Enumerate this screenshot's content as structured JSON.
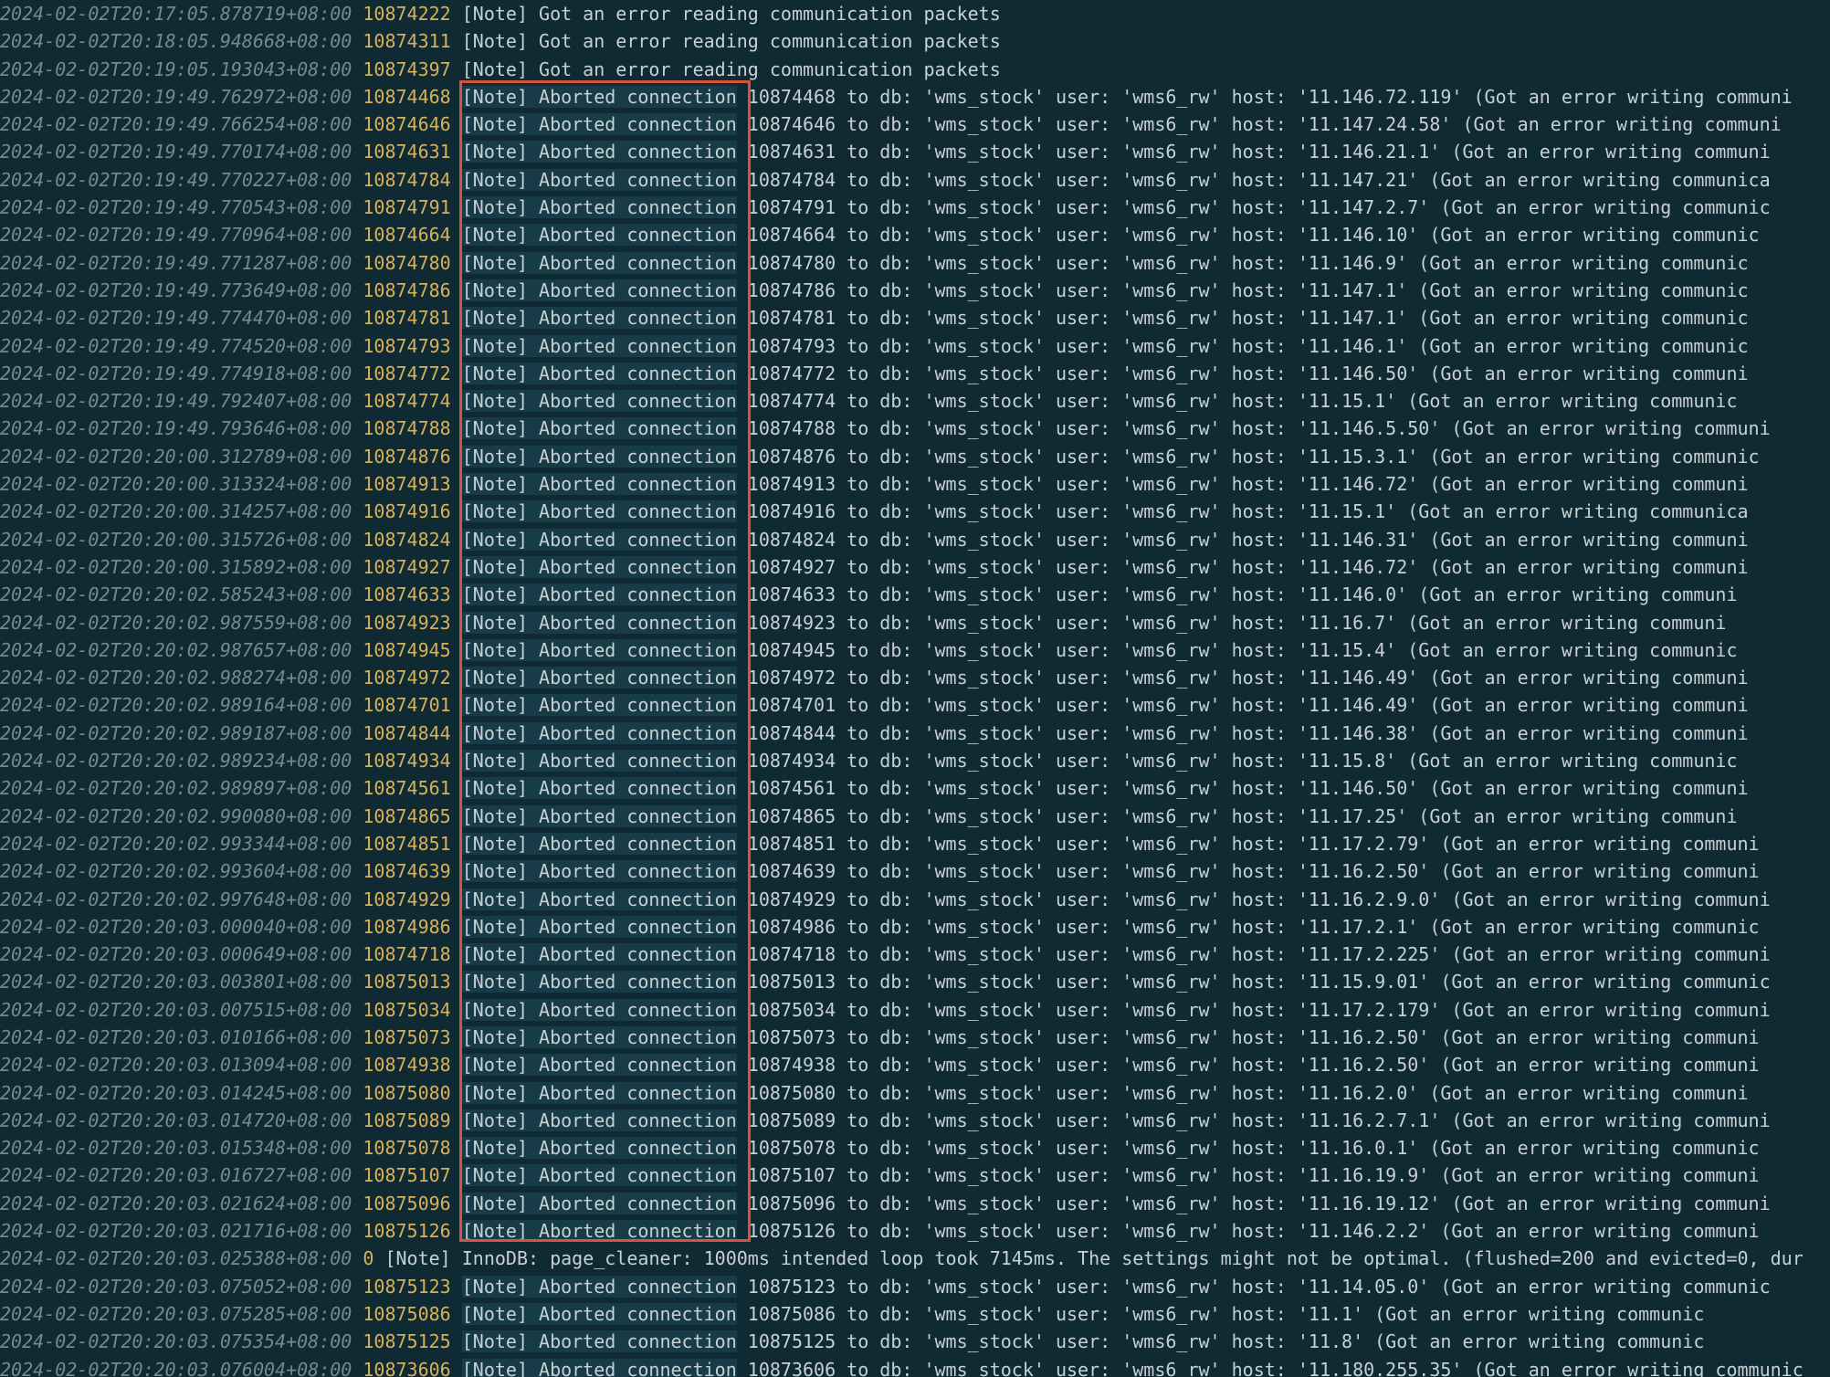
{
  "colors": {
    "background": "#0f2a33",
    "timestamp": "#6f8a92",
    "thread_id": "#d7b15a",
    "text": "#c7d0d2",
    "highlight_border": "#d5533f"
  },
  "lines": [
    {
      "ts": "2024-02-02T20:17:05.878719+08:00",
      "id": "10874222",
      "msg": "[Note] Got an error reading communication packets",
      "conn": false
    },
    {
      "ts": "2024-02-02T20:18:05.948668+08:00",
      "id": "10874311",
      "msg": "[Note] Got an error reading communication packets",
      "conn": false
    },
    {
      "ts": "2024-02-02T20:19:05.193043+08:00",
      "id": "10874397",
      "msg": "[Note] Got an error reading communication packets",
      "conn": false
    },
    {
      "ts": "2024-02-02T20:19:49.762972+08:00",
      "id": "10874468",
      "msg": "[Note] Aborted connection",
      "tail": "10874468 to db: 'wms_stock' user: 'wms6_rw' host: '11.146.72.119' (Got an error writing communi",
      "conn": true
    },
    {
      "ts": "2024-02-02T20:19:49.766254+08:00",
      "id": "10874646",
      "msg": "[Note] Aborted connection",
      "tail": "10874646 to db: 'wms_stock' user: 'wms6_rw' host: '11.147.24.58' (Got an error writing communi",
      "conn": true
    },
    {
      "ts": "2024-02-02T20:19:49.770174+08:00",
      "id": "10874631",
      "msg": "[Note] Aborted connection",
      "tail": "10874631 to db: 'wms_stock' user: 'wms6_rw' host: '11.146.21.1' (Got an error writing communi",
      "conn": true
    },
    {
      "ts": "2024-02-02T20:19:49.770227+08:00",
      "id": "10874784",
      "msg": "[Note] Aborted connection",
      "tail": "10874784 to db: 'wms_stock' user: 'wms6_rw' host: '11.147.21' (Got an error writing communica",
      "conn": true
    },
    {
      "ts": "2024-02-02T20:19:49.770543+08:00",
      "id": "10874791",
      "msg": "[Note] Aborted connection",
      "tail": "10874791 to db: 'wms_stock' user: 'wms6_rw' host: '11.147.2.7' (Got an error writing communic",
      "conn": true
    },
    {
      "ts": "2024-02-02T20:19:49.770964+08:00",
      "id": "10874664",
      "msg": "[Note] Aborted connection",
      "tail": "10874664 to db: 'wms_stock' user: 'wms6_rw' host: '11.146.10' (Got an error writing communic",
      "conn": true
    },
    {
      "ts": "2024-02-02T20:19:49.771287+08:00",
      "id": "10874780",
      "msg": "[Note] Aborted connection",
      "tail": "10874780 to db: 'wms_stock' user: 'wms6_rw' host: '11.146.9' (Got an error writing communic",
      "conn": true
    },
    {
      "ts": "2024-02-02T20:19:49.773649+08:00",
      "id": "10874786",
      "msg": "[Note] Aborted connection",
      "tail": "10874786 to db: 'wms_stock' user: 'wms6_rw' host: '11.147.1' (Got an error writing communic",
      "conn": true
    },
    {
      "ts": "2024-02-02T20:19:49.774470+08:00",
      "id": "10874781",
      "msg": "[Note] Aborted connection",
      "tail": "10874781 to db: 'wms_stock' user: 'wms6_rw' host: '11.147.1' (Got an error writing communic",
      "conn": true
    },
    {
      "ts": "2024-02-02T20:19:49.774520+08:00",
      "id": "10874793",
      "msg": "[Note] Aborted connection",
      "tail": "10874793 to db: 'wms_stock' user: 'wms6_rw' host: '11.146.1' (Got an error writing communic",
      "conn": true
    },
    {
      "ts": "2024-02-02T20:19:49.774918+08:00",
      "id": "10874772",
      "msg": "[Note] Aborted connection",
      "tail": "10874772 to db: 'wms_stock' user: 'wms6_rw' host: '11.146.50' (Got an error writing communi",
      "conn": true
    },
    {
      "ts": "2024-02-02T20:19:49.792407+08:00",
      "id": "10874774",
      "msg": "[Note] Aborted connection",
      "tail": "10874774 to db: 'wms_stock' user: 'wms6_rw' host: '11.15.1' (Got an error writing communic",
      "conn": true
    },
    {
      "ts": "2024-02-02T20:19:49.793646+08:00",
      "id": "10874788",
      "msg": "[Note] Aborted connection",
      "tail": "10874788 to db: 'wms_stock' user: 'wms6_rw' host: '11.146.5.50' (Got an error writing communi",
      "conn": true
    },
    {
      "ts": "2024-02-02T20:20:00.312789+08:00",
      "id": "10874876",
      "msg": "[Note] Aborted connection",
      "tail": "10874876 to db: 'wms_stock' user: 'wms6_rw' host: '11.15.3.1' (Got an error writing communic",
      "conn": true
    },
    {
      "ts": "2024-02-02T20:20:00.313324+08:00",
      "id": "10874913",
      "msg": "[Note] Aborted connection",
      "tail": "10874913 to db: 'wms_stock' user: 'wms6_rw' host: '11.146.72' (Got an error writing communi",
      "conn": true
    },
    {
      "ts": "2024-02-02T20:20:00.314257+08:00",
      "id": "10874916",
      "msg": "[Note] Aborted connection",
      "tail": "10874916 to db: 'wms_stock' user: 'wms6_rw' host: '11.15.1' (Got an error writing communica",
      "conn": true
    },
    {
      "ts": "2024-02-02T20:20:00.315726+08:00",
      "id": "10874824",
      "msg": "[Note] Aborted connection",
      "tail": "10874824 to db: 'wms_stock' user: 'wms6_rw' host: '11.146.31' (Got an error writing communi",
      "conn": true
    },
    {
      "ts": "2024-02-02T20:20:00.315892+08:00",
      "id": "10874927",
      "msg": "[Note] Aborted connection",
      "tail": "10874927 to db: 'wms_stock' user: 'wms6_rw' host: '11.146.72' (Got an error writing communi",
      "conn": true
    },
    {
      "ts": "2024-02-02T20:20:02.585243+08:00",
      "id": "10874633",
      "msg": "[Note] Aborted connection",
      "tail": "10874633 to db: 'wms_stock' user: 'wms6_rw' host: '11.146.0' (Got an error writing communi",
      "conn": true
    },
    {
      "ts": "2024-02-02T20:20:02.987559+08:00",
      "id": "10874923",
      "msg": "[Note] Aborted connection",
      "tail": "10874923 to db: 'wms_stock' user: 'wms6_rw' host: '11.16.7' (Got an error writing communi",
      "conn": true
    },
    {
      "ts": "2024-02-02T20:20:02.987657+08:00",
      "id": "10874945",
      "msg": "[Note] Aborted connection",
      "tail": "10874945 to db: 'wms_stock' user: 'wms6_rw' host: '11.15.4' (Got an error writing communic",
      "conn": true
    },
    {
      "ts": "2024-02-02T20:20:02.988274+08:00",
      "id": "10874972",
      "msg": "[Note] Aborted connection",
      "tail": "10874972 to db: 'wms_stock' user: 'wms6_rw' host: '11.146.49' (Got an error writing communi",
      "conn": true
    },
    {
      "ts": "2024-02-02T20:20:02.989164+08:00",
      "id": "10874701",
      "msg": "[Note] Aborted connection",
      "tail": "10874701 to db: 'wms_stock' user: 'wms6_rw' host: '11.146.49' (Got an error writing communi",
      "conn": true
    },
    {
      "ts": "2024-02-02T20:20:02.989187+08:00",
      "id": "10874844",
      "msg": "[Note] Aborted connection",
      "tail": "10874844 to db: 'wms_stock' user: 'wms6_rw' host: '11.146.38' (Got an error writing communi",
      "conn": true
    },
    {
      "ts": "2024-02-02T20:20:02.989234+08:00",
      "id": "10874934",
      "msg": "[Note] Aborted connection",
      "tail": "10874934 to db: 'wms_stock' user: 'wms6_rw' host: '11.15.8' (Got an error writing communic",
      "conn": true
    },
    {
      "ts": "2024-02-02T20:20:02.989897+08:00",
      "id": "10874561",
      "msg": "[Note] Aborted connection",
      "tail": "10874561 to db: 'wms_stock' user: 'wms6_rw' host: '11.146.50' (Got an error writing communi",
      "conn": true
    },
    {
      "ts": "2024-02-02T20:20:02.990080+08:00",
      "id": "10874865",
      "msg": "[Note] Aborted connection",
      "tail": "10874865 to db: 'wms_stock' user: 'wms6_rw' host: '11.17.25' (Got an error writing communi",
      "conn": true
    },
    {
      "ts": "2024-02-02T20:20:02.993344+08:00",
      "id": "10874851",
      "msg": "[Note] Aborted connection",
      "tail": "10874851 to db: 'wms_stock' user: 'wms6_rw' host: '11.17.2.79' (Got an error writing communi",
      "conn": true
    },
    {
      "ts": "2024-02-02T20:20:02.993604+08:00",
      "id": "10874639",
      "msg": "[Note] Aborted connection",
      "tail": "10874639 to db: 'wms_stock' user: 'wms6_rw' host: '11.16.2.50' (Got an error writing communi",
      "conn": true
    },
    {
      "ts": "2024-02-02T20:20:02.997648+08:00",
      "id": "10874929",
      "msg": "[Note] Aborted connection",
      "tail": "10874929 to db: 'wms_stock' user: 'wms6_rw' host: '11.16.2.9.0' (Got an error writing communi",
      "conn": true
    },
    {
      "ts": "2024-02-02T20:20:03.000040+08:00",
      "id": "10874986",
      "msg": "[Note] Aborted connection",
      "tail": "10874986 to db: 'wms_stock' user: 'wms6_rw' host: '11.17.2.1' (Got an error writing communic",
      "conn": true
    },
    {
      "ts": "2024-02-02T20:20:03.000649+08:00",
      "id": "10874718",
      "msg": "[Note] Aborted connection",
      "tail": "10874718 to db: 'wms_stock' user: 'wms6_rw' host: '11.17.2.225' (Got an error writing communi",
      "conn": true
    },
    {
      "ts": "2024-02-02T20:20:03.003801+08:00",
      "id": "10875013",
      "msg": "[Note] Aborted connection",
      "tail": "10875013 to db: 'wms_stock' user: 'wms6_rw' host: '11.15.9.01' (Got an error writing communic",
      "conn": true
    },
    {
      "ts": "2024-02-02T20:20:03.007515+08:00",
      "id": "10875034",
      "msg": "[Note] Aborted connection",
      "tail": "10875034 to db: 'wms_stock' user: 'wms6_rw' host: '11.17.2.179' (Got an error writing communi",
      "conn": true
    },
    {
      "ts": "2024-02-02T20:20:03.010166+08:00",
      "id": "10875073",
      "msg": "[Note] Aborted connection",
      "tail": "10875073 to db: 'wms_stock' user: 'wms6_rw' host: '11.16.2.50' (Got an error writing communi",
      "conn": true
    },
    {
      "ts": "2024-02-02T20:20:03.013094+08:00",
      "id": "10874938",
      "msg": "[Note] Aborted connection",
      "tail": "10874938 to db: 'wms_stock' user: 'wms6_rw' host: '11.16.2.50' (Got an error writing communi",
      "conn": true
    },
    {
      "ts": "2024-02-02T20:20:03.014245+08:00",
      "id": "10875080",
      "msg": "[Note] Aborted connection",
      "tail": "10875080 to db: 'wms_stock' user: 'wms6_rw' host: '11.16.2.0' (Got an error writing communi",
      "conn": true
    },
    {
      "ts": "2024-02-02T20:20:03.014720+08:00",
      "id": "10875089",
      "msg": "[Note] Aborted connection",
      "tail": "10875089 to db: 'wms_stock' user: 'wms6_rw' host: '11.16.2.7.1' (Got an error writing communi",
      "conn": true
    },
    {
      "ts": "2024-02-02T20:20:03.015348+08:00",
      "id": "10875078",
      "msg": "[Note] Aborted connection",
      "tail": "10875078 to db: 'wms_stock' user: 'wms6_rw' host: '11.16.0.1' (Got an error writing communic",
      "conn": true
    },
    {
      "ts": "2024-02-02T20:20:03.016727+08:00",
      "id": "10875107",
      "msg": "[Note] Aborted connection",
      "tail": "10875107 to db: 'wms_stock' user: 'wms6_rw' host: '11.16.19.9' (Got an error writing communi",
      "conn": true
    },
    {
      "ts": "2024-02-02T20:20:03.021624+08:00",
      "id": "10875096",
      "msg": "[Note] Aborted connection",
      "tail": "10875096 to db: 'wms_stock' user: 'wms6_rw' host: '11.16.19.12' (Got an error writing communi",
      "conn": true
    },
    {
      "ts": "2024-02-02T20:20:03.021716+08:00",
      "id": "10875126",
      "msg": "[Note] Aborted connection",
      "tail": "10875126 to db: 'wms_stock' user: 'wms6_rw' host: '11.146.2.2' (Got an error writing communi",
      "conn": true
    },
    {
      "ts": "2024-02-02T20:20:03.025388+08:00",
      "id": "0",
      "msg": "[Note] InnoDB: page_cleaner: 1000ms intended loop took 7145ms. The settings might not be optimal. (flushed=200 and evicted=0, dur",
      "conn": false,
      "special": true
    },
    {
      "ts": "2024-02-02T20:20:03.075052+08:00",
      "id": "10875123",
      "msg": "[Note] Aborted connection",
      "tail": "10875123 to db: 'wms_stock' user: 'wms6_rw' host: '11.14.05.0' (Got an error writing communic",
      "conn": true
    },
    {
      "ts": "2024-02-02T20:20:03.075285+08:00",
      "id": "10875086",
      "msg": "[Note] Aborted connection",
      "tail": "10875086 to db: 'wms_stock' user: 'wms6_rw' host: '11.1' (Got an error writing communic",
      "conn": true
    },
    {
      "ts": "2024-02-02T20:20:03.075354+08:00",
      "id": "10875125",
      "msg": "[Note] Aborted connection",
      "tail": "10875125 to db: 'wms_stock' user: 'wms6_rw' host: '11.8' (Got an error writing communic",
      "conn": true
    },
    {
      "ts": "2024-02-02T20:20:03.076004+08:00",
      "id": "10873606",
      "msg": "[Note] Aborted connection",
      "tail": "10873606 to db: 'wms_stock' user: 'wms6_rw' host: '11.180.255.35' (Got an error writing communic",
      "conn": true
    }
  ]
}
